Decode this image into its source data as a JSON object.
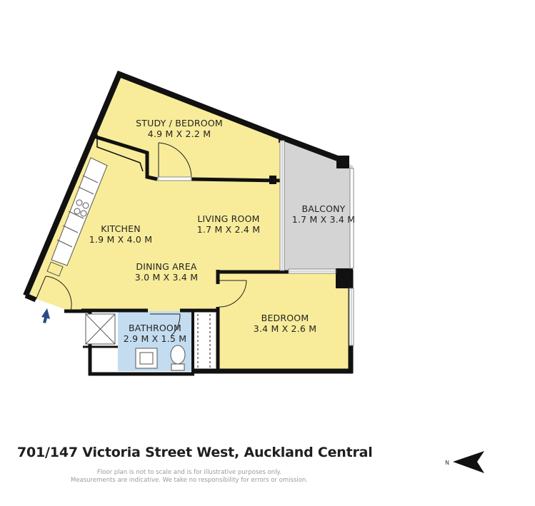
{
  "rooms": [
    {
      "name": "STUDY / BEDROOM",
      "size": "4.9 M X 2.2 M"
    },
    {
      "name": "KITCHEN",
      "size": "1.9 M X 4.0 M"
    },
    {
      "name": "LIVING ROOM",
      "size": "1.7 M X 2.4 M"
    },
    {
      "name": "DINING AREA",
      "size": "3.0 M X 3.4 M"
    },
    {
      "name": "BALCONY",
      "size": "1.7 M X 3.4 M"
    },
    {
      "name": "BATHROOM",
      "size": "2.9 M X 1.5 M"
    },
    {
      "name": "BEDROOM",
      "size": "3.4 M X 2.6 M"
    }
  ],
  "address": "701/147 Victoria Street West, Auckland Central",
  "disclaimer": {
    "line1": "Floor plan is not to scale and is for illustrative purposes only.",
    "line2": "Measurements are indicative. We take no responsibility for errors or omission."
  },
  "compass": {
    "label": "N"
  },
  "colors": {
    "interior": "#f8ec9a",
    "balcony": "#d4d4d4",
    "bathroom": "#c4dcef",
    "wall": "#111111",
    "entry_arrow": "#2c4a86"
  }
}
